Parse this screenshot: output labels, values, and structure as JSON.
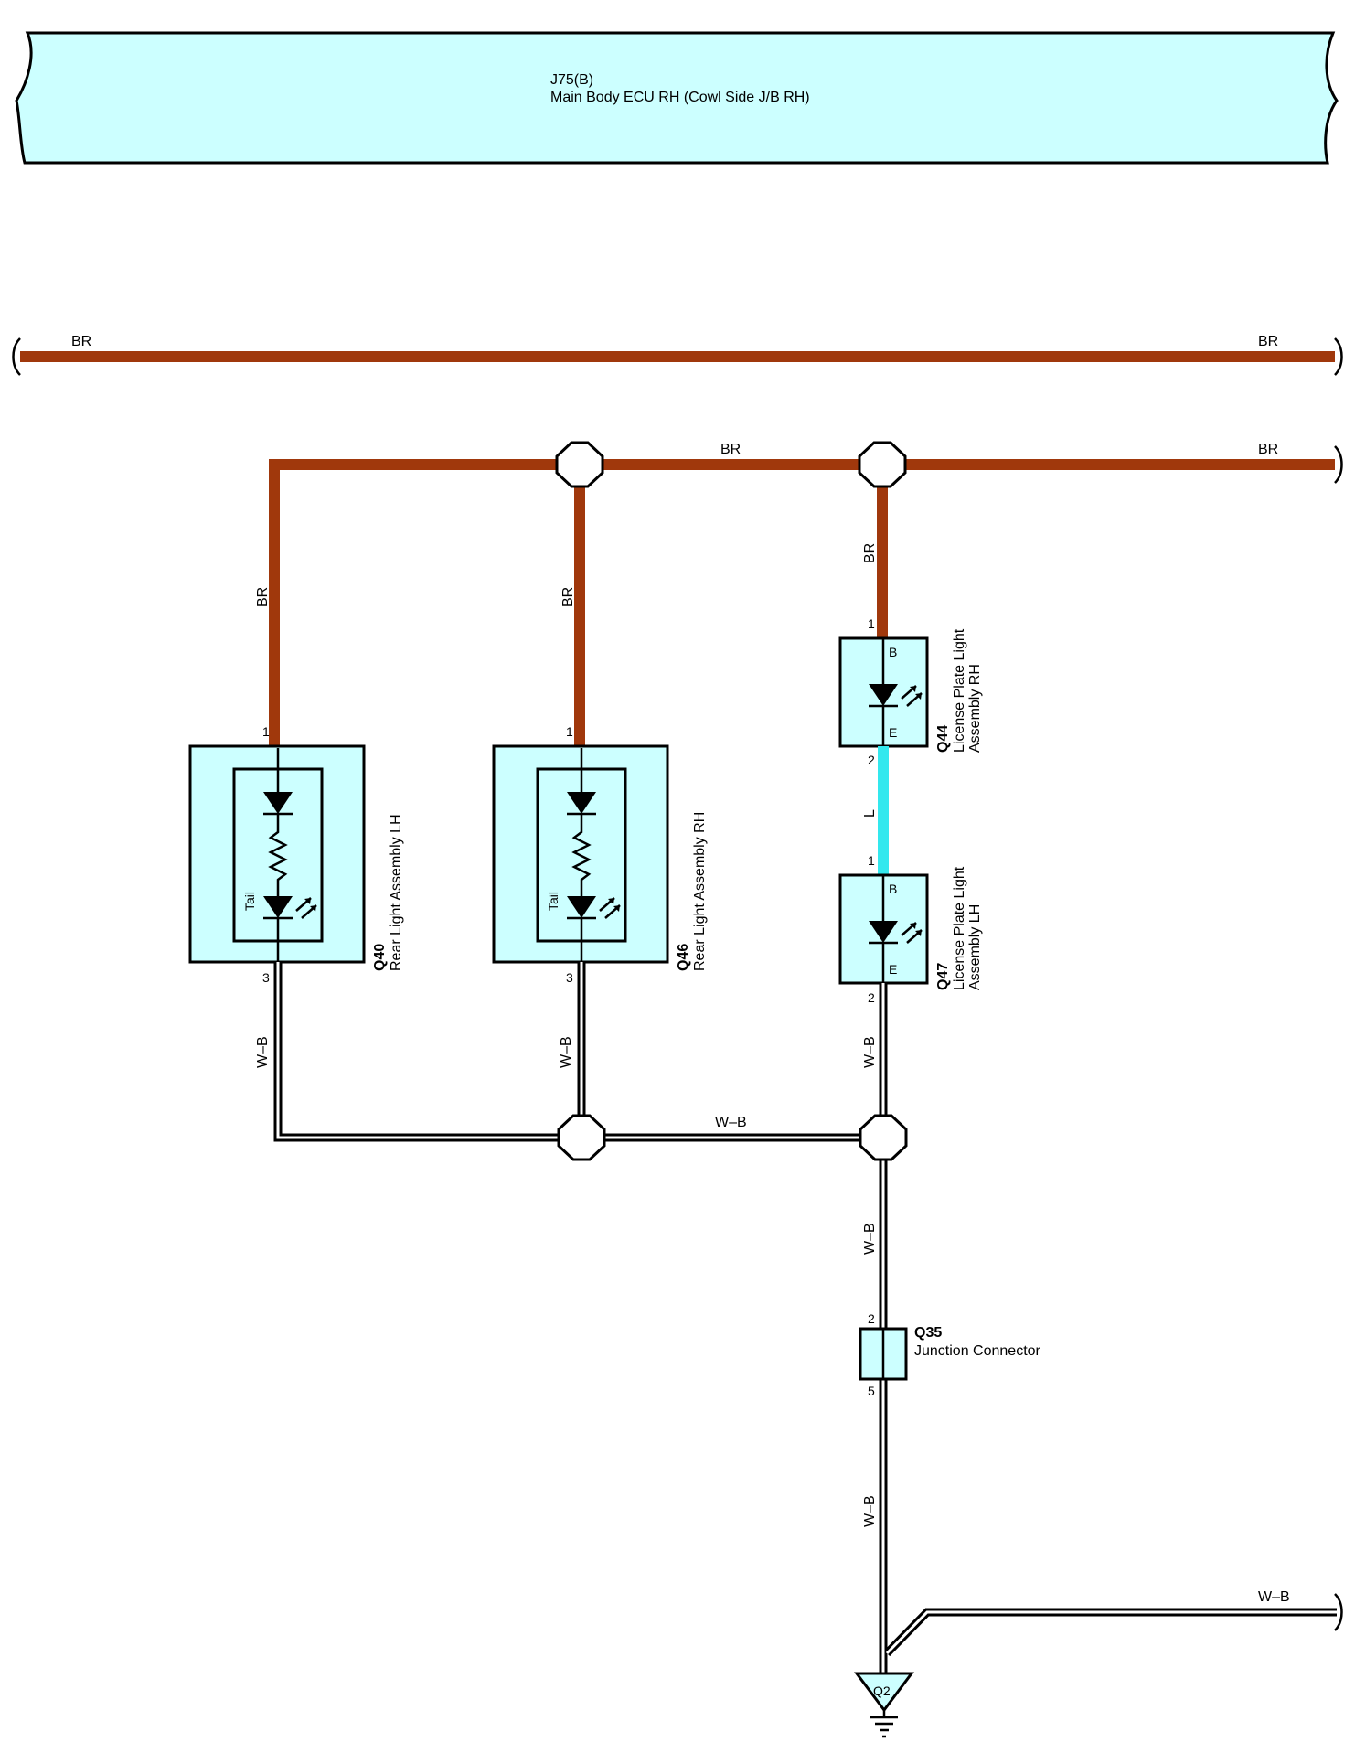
{
  "header": {
    "connector_code": "J75(B)",
    "connector_name": "Main Body ECU RH (Cowl Side J/B RH)",
    "fill_color": "#ccffff"
  },
  "wire_colors": {
    "br_hex": "#a0380c",
    "l_hex": "#33e8ee",
    "wb_hex": "#ffffff"
  },
  "wires": {
    "br_top_left": "BR",
    "br_top_right": "BR",
    "br_mid_center": "BR",
    "br_mid_right": "BR",
    "br_drop_q40": "BR",
    "br_drop_q46": "BR",
    "br_drop_q44": "BR",
    "l_between_plates": "L",
    "wb_q40": "W–B",
    "wb_q46": "W–B",
    "wb_q47": "W–B",
    "wb_join": "W–B",
    "wb_to_q35": "W–B",
    "wb_from_q35": "W–B",
    "wb_right_branch": "W–B"
  },
  "components": {
    "q40": {
      "code": "Q40",
      "name": "Rear Light Assembly LH",
      "inner_label": "Tail",
      "pin_top": "1",
      "pin_bottom": "3"
    },
    "q46": {
      "code": "Q46",
      "name": "Rear Light Assembly RH",
      "inner_label": "Tail",
      "pin_top": "1",
      "pin_bottom": "3"
    },
    "q44": {
      "code": "Q44",
      "name_line1": "License Plate Light",
      "name_line2": "Assembly RH",
      "term_b": "B",
      "term_e": "E",
      "pin_top": "1",
      "pin_bottom": "2"
    },
    "q47": {
      "code": "Q47",
      "name_line1": "License Plate Light",
      "name_line2": "Assembly LH",
      "term_b": "B",
      "term_e": "E",
      "pin_top": "1",
      "pin_bottom": "2"
    },
    "q35": {
      "code": "Q35",
      "name": "Junction Connector",
      "pin_top": "2",
      "pin_bottom": "5"
    },
    "q2": {
      "code": "Q2"
    }
  }
}
